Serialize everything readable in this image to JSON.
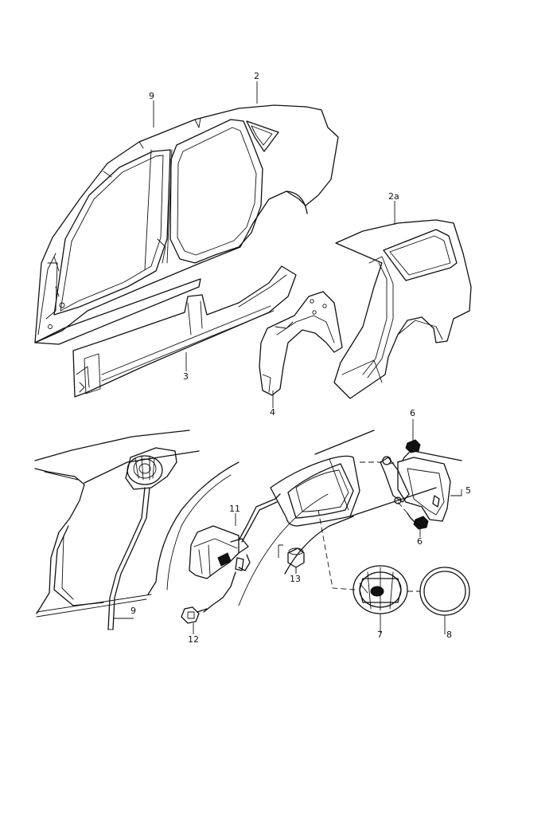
{
  "callouts": {
    "c1": "9",
    "c2": "2",
    "c2a": "2a",
    "c3": "3",
    "c4": "4",
    "c5": "5",
    "c6a": "6",
    "c6b": "6",
    "c7": "7",
    "c8": "8",
    "c9": "9",
    "c11": "11",
    "c12": "12",
    "c13": "13"
  },
  "colors": {
    "line": "#111111",
    "background": "#ffffff"
  }
}
